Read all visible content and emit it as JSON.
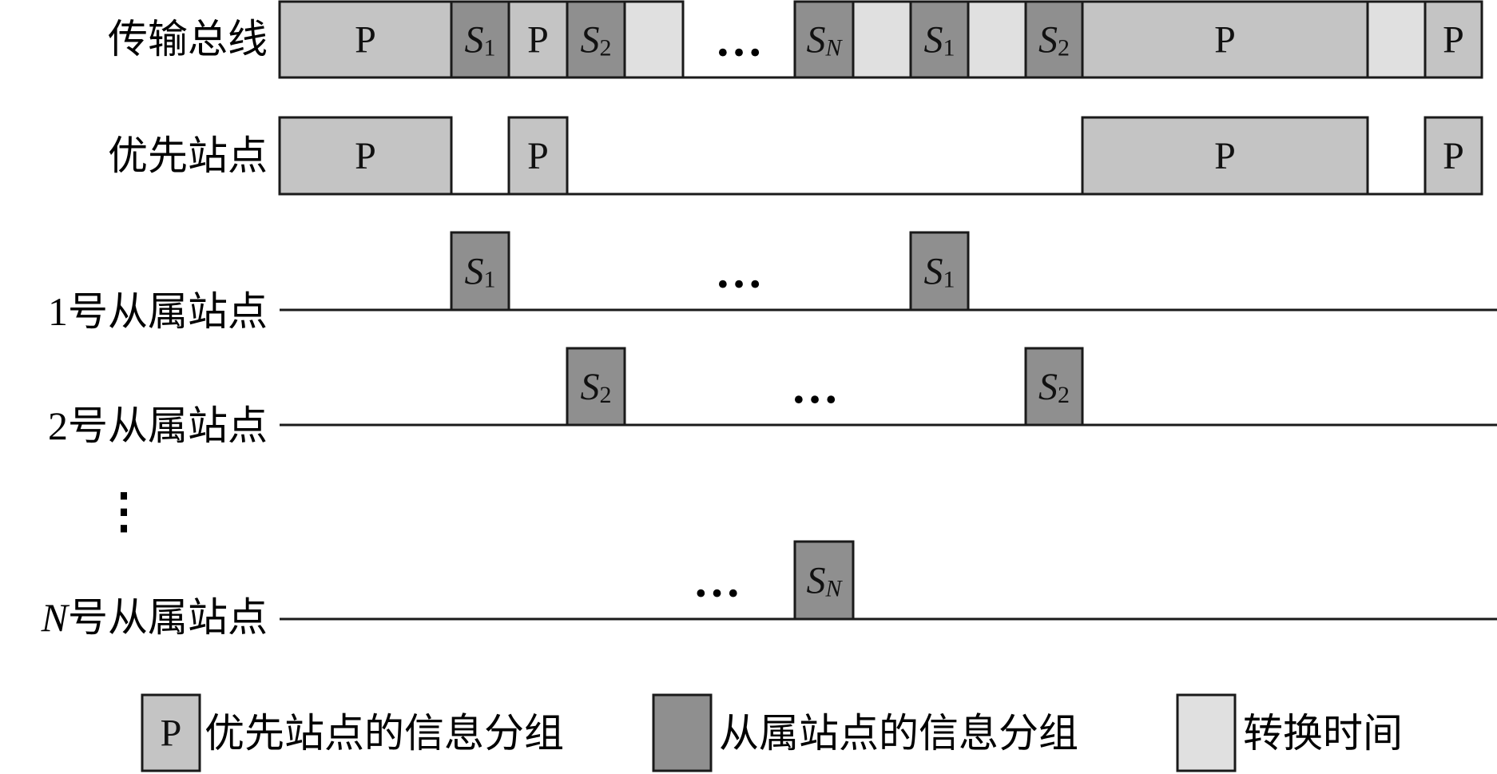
{
  "rows": [
    {
      "id": "bus",
      "label": "传输总线",
      "segments": [
        {
          "type": "primary",
          "label": "P"
        },
        {
          "type": "secondary",
          "label": "S",
          "sub": "1",
          "italic": true
        },
        {
          "type": "primary",
          "label": "P"
        },
        {
          "type": "secondary",
          "label": "S",
          "sub": "2",
          "italic": true
        },
        {
          "type": "switch",
          "label": ""
        },
        {
          "type": "gap",
          "label": "…"
        },
        {
          "type": "secondary",
          "label": "S",
          "sub": "N",
          "italic": true
        },
        {
          "type": "switch",
          "label": ""
        },
        {
          "type": "secondary",
          "label": "S",
          "sub": "1",
          "italic": true
        },
        {
          "type": "switch",
          "label": ""
        },
        {
          "type": "secondary",
          "label": "S",
          "sub": "2",
          "italic": true
        },
        {
          "type": "primary",
          "label": "P"
        },
        {
          "type": "switch",
          "label": ""
        },
        {
          "type": "primary",
          "label": "P"
        }
      ]
    },
    {
      "id": "primary-station",
      "label": "优先站点",
      "segments": [
        {
          "type": "primary",
          "label": "P"
        },
        {
          "type": "primary",
          "label": "P"
        },
        {
          "type": "primary",
          "label": "P"
        },
        {
          "type": "primary",
          "label": "P"
        }
      ]
    },
    {
      "id": "slave-1",
      "label_prefix": "1",
      "label": "号从属站点",
      "segments": [
        {
          "type": "secondary",
          "label": "S",
          "sub": "1",
          "italic": true
        },
        {
          "type": "gap",
          "label": "…"
        },
        {
          "type": "secondary",
          "label": "S",
          "sub": "1",
          "italic": true
        }
      ]
    },
    {
      "id": "slave-2",
      "label_prefix": "2",
      "label": "号从属站点",
      "segments": [
        {
          "type": "secondary",
          "label": "S",
          "sub": "2",
          "italic": true
        },
        {
          "type": "gap",
          "label": "…"
        },
        {
          "type": "secondary",
          "label": "S",
          "sub": "2",
          "italic": true
        }
      ]
    },
    {
      "id": "slave-n",
      "label_prefix": "N",
      "label": "号从属站点",
      "segments": [
        {
          "type": "gap",
          "label": "…"
        },
        {
          "type": "secondary",
          "label": "S",
          "sub": "N",
          "italic": true
        }
      ]
    }
  ],
  "vertical_ellipsis": "⋮",
  "legend": [
    {
      "type": "primary",
      "swatch_label": "P",
      "text": "优先站点的信息分组"
    },
    {
      "type": "secondary",
      "swatch_label": "",
      "text": "从属站点的信息分组"
    },
    {
      "type": "switch",
      "swatch_label": "",
      "text": "转换时间"
    }
  ],
  "colors": {
    "primary": "#c4c4c4",
    "secondary": "#8f8f8f",
    "switch": "#e0e0e0",
    "stroke": "#1a1a1a",
    "line": "#1a1a1a"
  }
}
